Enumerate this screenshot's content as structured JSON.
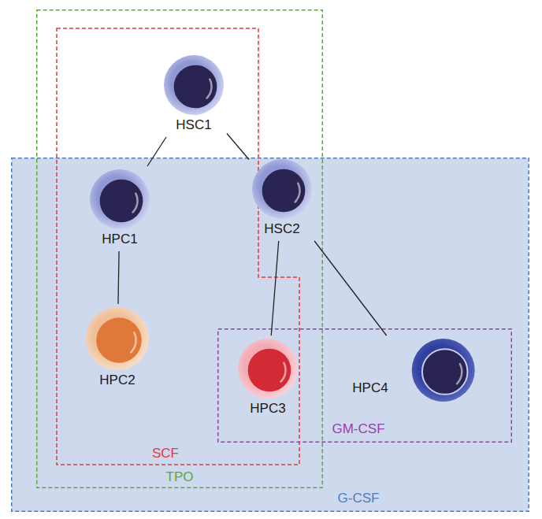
{
  "diagram": {
    "nodes": [
      {
        "text": [
          "TPO"
        ]
      },
      {
        "text": [
          "SCF"
        ]
      },
      {
        "text": [
          "G-CSF"
        ]
      },
      {
        "text": [
          "GM-CSF"
        ]
      },
      {
        "text": [
          "HSC1"
        ]
      },
      {
        "text": [
          "HPC1"
        ]
      },
      {
        "text": [
          "HSC2"
        ]
      },
      {
        "text": [
          "HPC2"
        ]
      },
      {
        "text": [
          "HPC3"
        ]
      },
      {
        "text": [
          "HPC4"
        ]
      }
    ],
    "edges": [
      {
        "from": 4,
        "to": 5,
        "arrow": "none"
      },
      {
        "from": 4,
        "to": 6,
        "arrow": "none"
      },
      {
        "from": 5,
        "to": 7,
        "arrow": "none"
      },
      {
        "from": 6,
        "to": 8,
        "arrow": "none"
      },
      {
        "from": 6,
        "to": 9,
        "arrow": "none"
      }
    ]
  }
}
